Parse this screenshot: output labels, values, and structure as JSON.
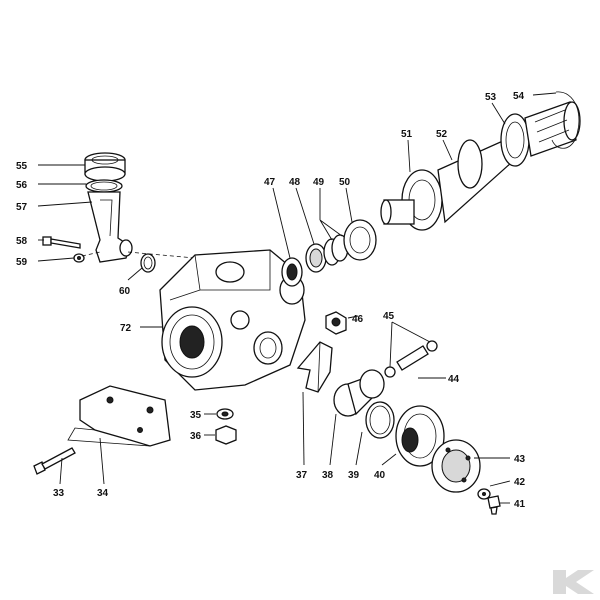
{
  "callouts": [
    {
      "id": "p55",
      "text": "55"
    },
    {
      "id": "p56",
      "text": "56"
    },
    {
      "id": "p57",
      "text": "57"
    },
    {
      "id": "p58",
      "text": "58"
    },
    {
      "id": "p59",
      "text": "59"
    },
    {
      "id": "p60",
      "text": "60"
    },
    {
      "id": "p72",
      "text": "72"
    },
    {
      "id": "p47",
      "text": "47"
    },
    {
      "id": "p48",
      "text": "48"
    },
    {
      "id": "p49",
      "text": "49"
    },
    {
      "id": "p50",
      "text": "50"
    },
    {
      "id": "p51",
      "text": "51"
    },
    {
      "id": "p52",
      "text": "52"
    },
    {
      "id": "p53",
      "text": "53"
    },
    {
      "id": "p54",
      "text": "54"
    },
    {
      "id": "p46",
      "text": "46"
    },
    {
      "id": "p45",
      "text": "45"
    },
    {
      "id": "p44",
      "text": "44"
    },
    {
      "id": "p35",
      "text": "35"
    },
    {
      "id": "p36",
      "text": "36"
    },
    {
      "id": "p37",
      "text": "37"
    },
    {
      "id": "p38",
      "text": "38"
    },
    {
      "id": "p39",
      "text": "39"
    },
    {
      "id": "p40",
      "text": "40"
    },
    {
      "id": "p43",
      "text": "43"
    },
    {
      "id": "p42",
      "text": "42"
    },
    {
      "id": "p41",
      "text": "41"
    },
    {
      "id": "p33",
      "text": "33"
    },
    {
      "id": "p34",
      "text": "34"
    }
  ],
  "brand_mark_icon": "k-logo-icon",
  "colors": {
    "ink": "#111111",
    "background": "#ffffff",
    "logo": "#d9d9d9"
  }
}
